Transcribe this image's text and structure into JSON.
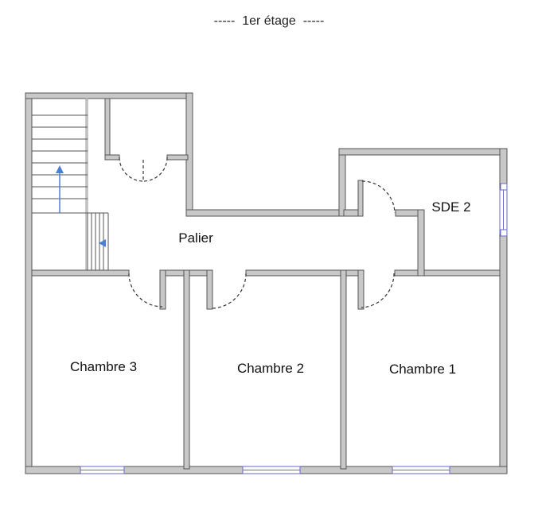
{
  "title": "-----  1er étage  -----",
  "rooms": {
    "palier": "Palier",
    "sde2": "SDE 2",
    "chambre3": "Chambre 3",
    "chambre2": "Chambre 2",
    "chambre1": "Chambre 1"
  },
  "colors": {
    "wall_fill": "#c8c8c8",
    "wall_stroke": "#555555",
    "door_swing": "#333333",
    "window": "#6a6ac8",
    "stair_arrow": "#4a7fd4"
  }
}
